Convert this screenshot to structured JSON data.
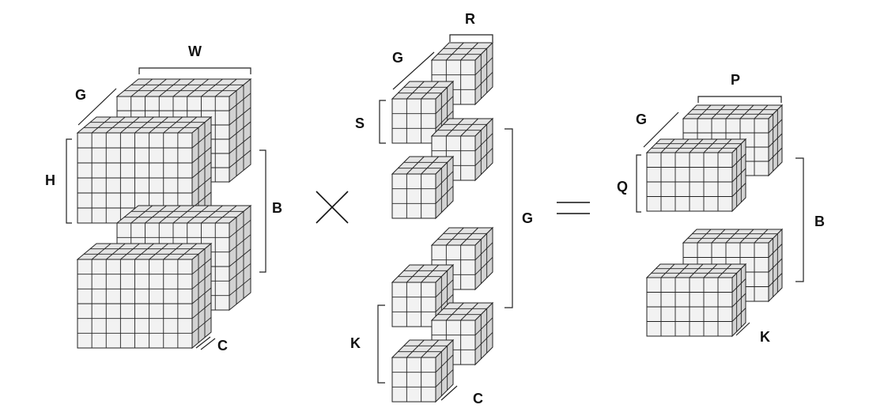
{
  "input_tensor": {
    "W": "W",
    "G": "G",
    "H": "H",
    "B": "B",
    "C": "C"
  },
  "operator": {
    "multiply": "×",
    "equals": "="
  },
  "filter_tensor": {
    "R": "R",
    "G_top": "G",
    "S": "S",
    "G_right": "G",
    "K": "K",
    "C": "C"
  },
  "output_tensor": {
    "P": "P",
    "G": "G",
    "Q": "Q",
    "B": "B",
    "K": "K"
  },
  "colors": {
    "face_front": "#f2f2f2",
    "face_top": "#e4e4e4",
    "face_side": "#d2d2d2",
    "stroke": "#222222"
  }
}
